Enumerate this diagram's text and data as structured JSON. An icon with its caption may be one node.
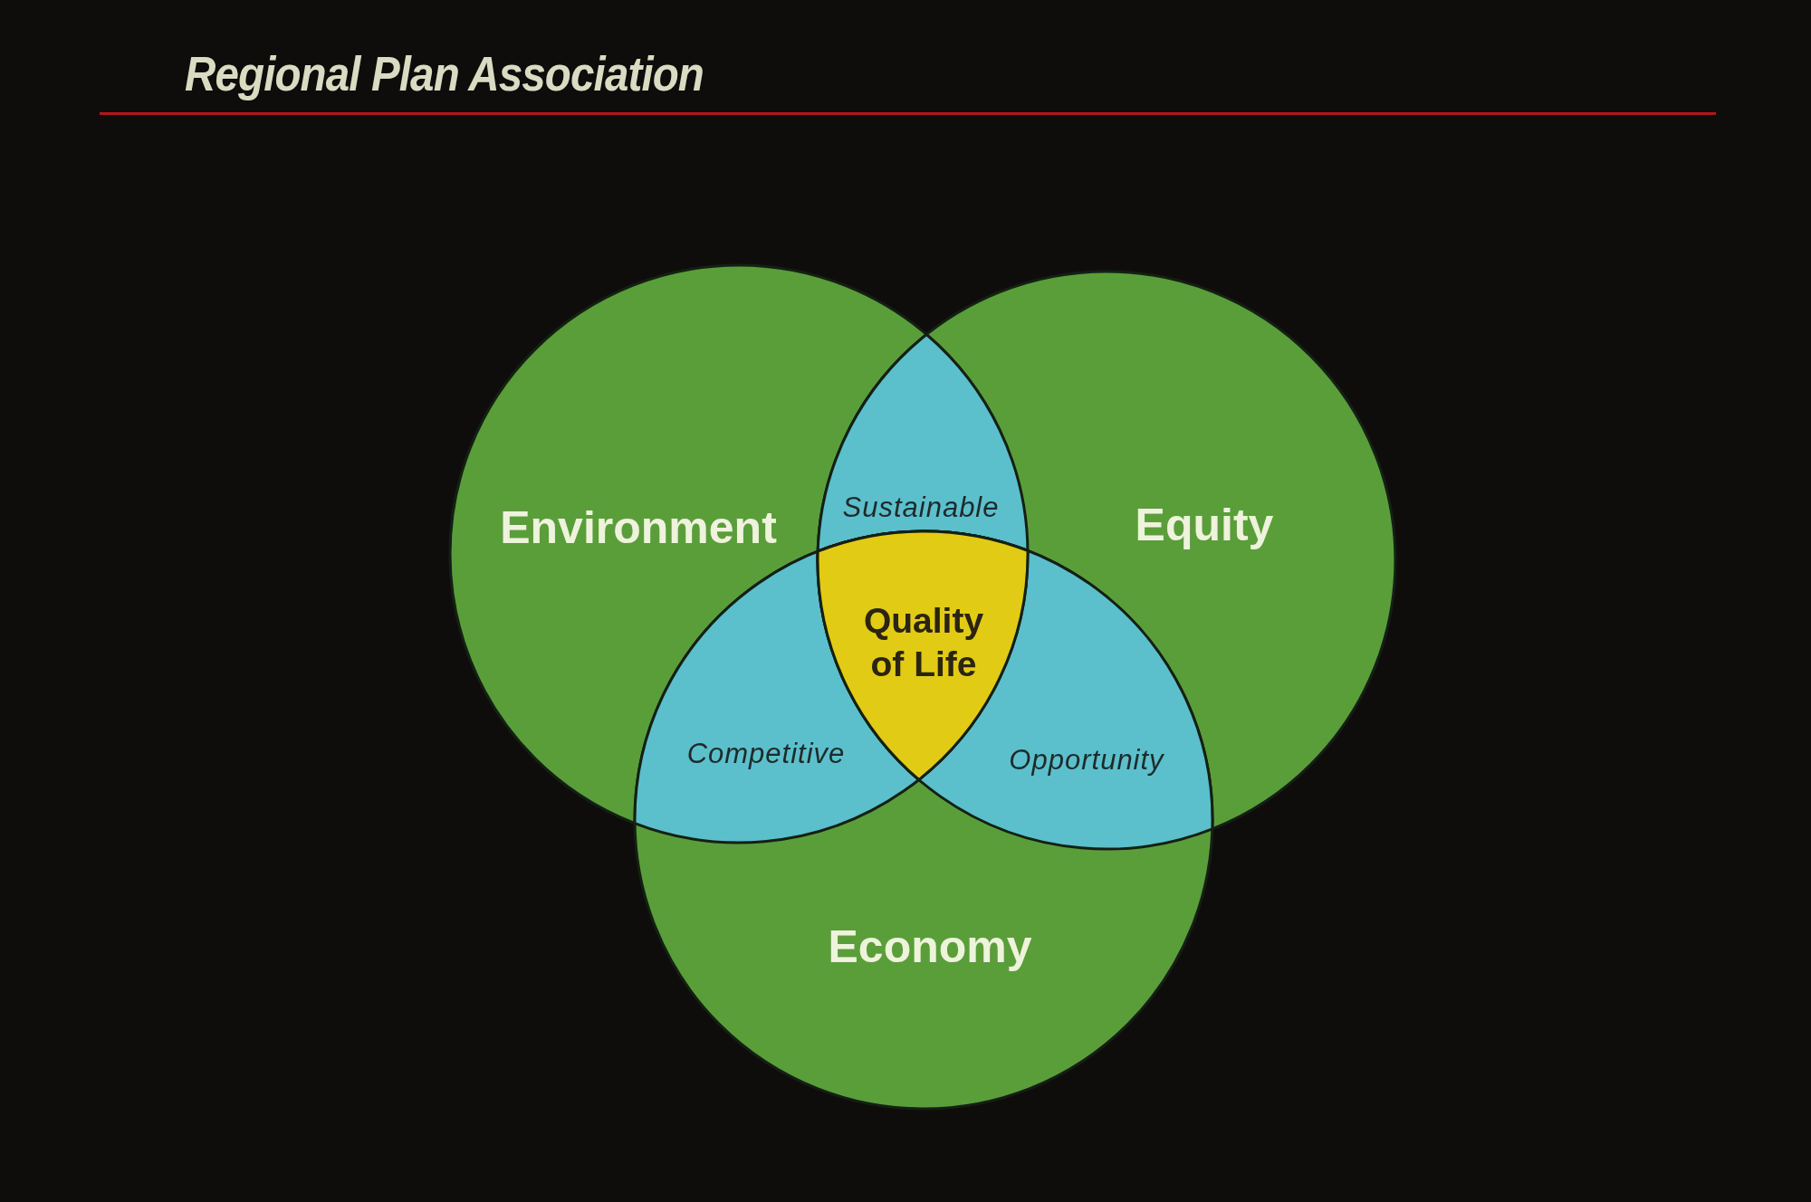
{
  "diagram": {
    "title": "Regional Plan Association",
    "nodes": [
      {
        "text": [
          "Environment"
        ]
      },
      {
        "text": [
          "Equity"
        ]
      },
      {
        "text": [
          "Sustainable"
        ]
      },
      {
        "text": [
          "Quality of Life"
        ]
      },
      {
        "text": [
          "Competitive"
        ]
      },
      {
        "text": [
          "Opportunity"
        ]
      },
      {
        "text": [
          "Economy"
        ]
      }
    ],
    "edges": []
  }
}
